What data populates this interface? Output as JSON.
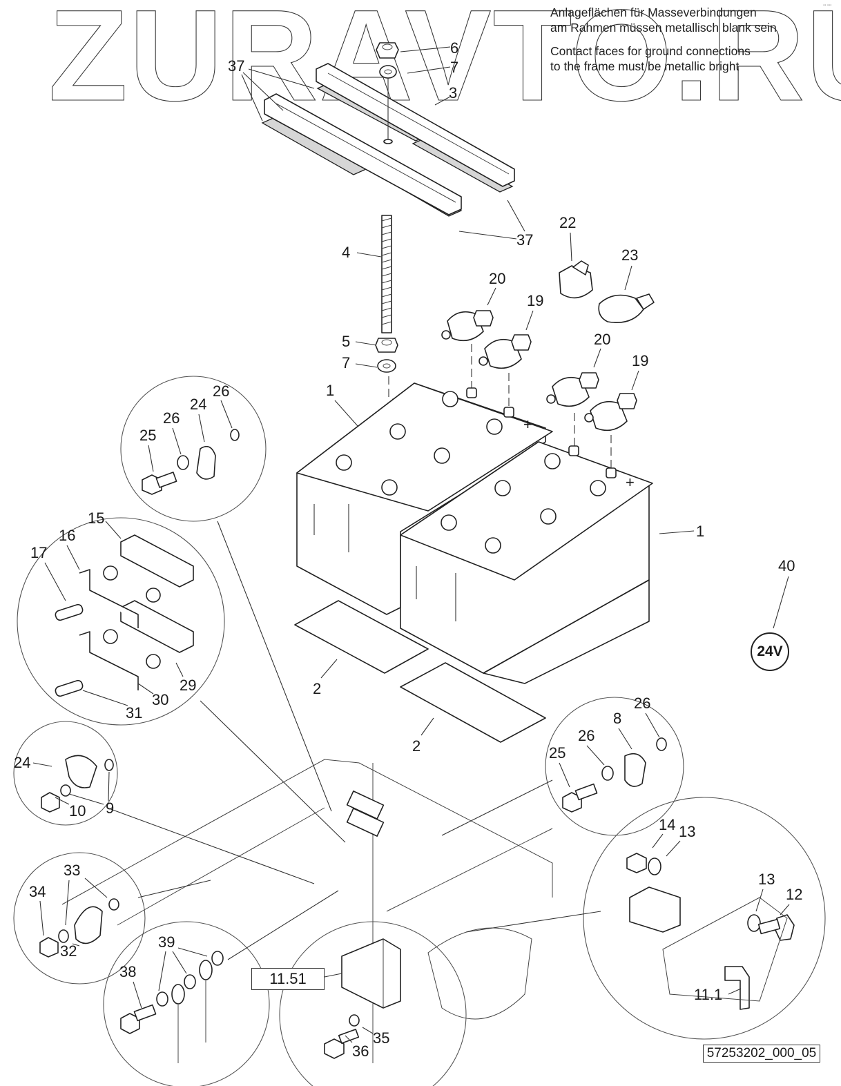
{
  "watermark": {
    "text": "ZURAVTO.RU"
  },
  "notes": {
    "german_line1": "Anlageflächen für Masseverbindungen",
    "german_line2": "am Rahmen müssen metallisch blank sein",
    "english_line1": "Contact faces for ground connections",
    "english_line2": "to the frame must be metallic bright"
  },
  "reference_box": "11.51",
  "drawing_number": "57253202_000_05",
  "voltage_badge": {
    "callout": "40",
    "text": "24V"
  },
  "corner_mark": "▪▪ ▪▪▪",
  "callouts": [
    {
      "id": "6",
      "part": "nut"
    },
    {
      "id": "7",
      "part": "washer-top"
    },
    {
      "id": "3",
      "part": "hold-down-rail"
    },
    {
      "id": "37",
      "part": "rubber-strip-upper"
    },
    {
      "id": "37",
      "part": "rubber-strip-lower"
    },
    {
      "id": "4",
      "part": "threaded-rod"
    },
    {
      "id": "5",
      "part": "nut-lower"
    },
    {
      "id": "7",
      "part": "washer-lower"
    },
    {
      "id": "22",
      "part": "terminal-cover-a"
    },
    {
      "id": "23",
      "part": "terminal-cover-b"
    },
    {
      "id": "20",
      "part": "terminal-clamp-negative-1"
    },
    {
      "id": "19",
      "part": "terminal-clamp-positive-1"
    },
    {
      "id": "20",
      "part": "terminal-clamp-negative-2"
    },
    {
      "id": "19",
      "part": "terminal-clamp-positive-2"
    },
    {
      "id": "1",
      "part": "battery-rear"
    },
    {
      "id": "1",
      "part": "battery-front"
    },
    {
      "id": "2",
      "part": "battery-mat-rear"
    },
    {
      "id": "2",
      "part": "battery-mat-front"
    },
    {
      "id": "25",
      "part": "bolt-detail-a"
    },
    {
      "id": "26",
      "part": "washer-detail-a-1"
    },
    {
      "id": "24",
      "part": "cable-clip-detail-a"
    },
    {
      "id": "26",
      "part": "washer-detail-a-2"
    },
    {
      "id": "15",
      "part": "fuse-holder"
    },
    {
      "id": "16",
      "part": "fuse-strip-upper"
    },
    {
      "id": "17",
      "part": "screw-upper"
    },
    {
      "id": "29",
      "part": "knurled-nut"
    },
    {
      "id": "30",
      "part": "fuse-strip-lower"
    },
    {
      "id": "31",
      "part": "screw-lower"
    },
    {
      "id": "24",
      "part": "cable-clip-detail-b"
    },
    {
      "id": "9",
      "part": "washer-detail-b"
    },
    {
      "id": "10",
      "part": "nut-detail-b"
    },
    {
      "id": "33",
      "part": "washers-detail-c"
    },
    {
      "id": "34",
      "part": "nut-detail-c"
    },
    {
      "id": "32",
      "part": "cable-clip-detail-c"
    },
    {
      "id": "39",
      "part": "washers-detail-d"
    },
    {
      "id": "38",
      "part": "bolt-detail-d"
    },
    {
      "id": "36",
      "part": "bolt-detail-e"
    },
    {
      "id": "35",
      "part": "washer-detail-e"
    },
    {
      "id": "25",
      "part": "bolt-detail-f"
    },
    {
      "id": "26",
      "part": "washer-detail-f-1"
    },
    {
      "id": "8",
      "part": "cable-clip-detail-f"
    },
    {
      "id": "26",
      "part": "washer-detail-f-2"
    },
    {
      "id": "14",
      "part": "nut-detail-g"
    },
    {
      "id": "13",
      "part": "washer-detail-g-1"
    },
    {
      "id": "13",
      "part": "washer-detail-g-2"
    },
    {
      "id": "12",
      "part": "bolt-detail-g"
    },
    {
      "id": "11.1",
      "part": "switch-handle"
    }
  ]
}
